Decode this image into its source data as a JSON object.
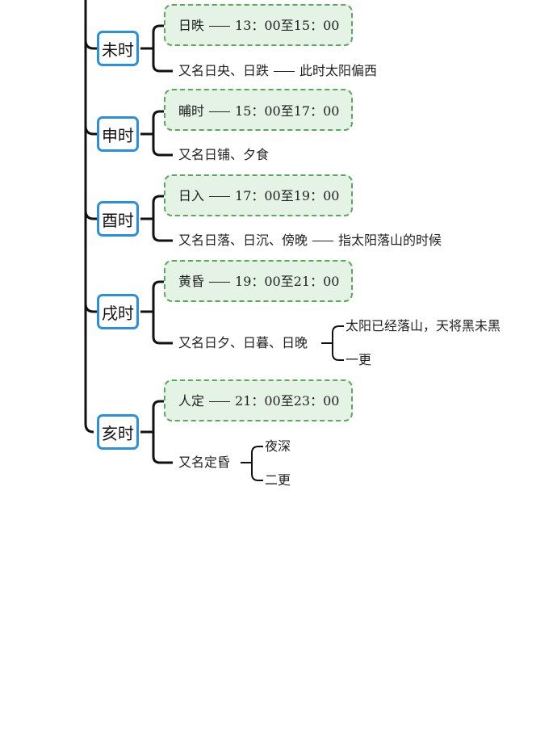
{
  "sections": [
    {
      "name": "未时",
      "alias_name": "日昳",
      "time": "13：00至15：00",
      "other": "又名日央、日跌",
      "note": "此时太阳偏西",
      "subs": []
    },
    {
      "name": "申时",
      "alias_name": "晡时",
      "time": "15：00至17：00",
      "other": "又名日铺、夕食",
      "note": "",
      "subs": []
    },
    {
      "name": "酉时",
      "alias_name": "日入",
      "time": "17：00至19：00",
      "other": "又名日落、日沉、傍晚",
      "note": "指太阳落山的时候",
      "subs": []
    },
    {
      "name": "戌时",
      "alias_name": "黄昏",
      "time": "19：00至21：00",
      "other": "又名日夕、日暮、日晚",
      "note": "",
      "subs": [
        "太阳已经落山，天将黑未黑",
        "一更"
      ]
    },
    {
      "name": "亥时",
      "alias_name": "人定",
      "time": "21：00至23：00",
      "other": "又名定昏",
      "note": "",
      "subs": [
        "夜深",
        "二更"
      ]
    }
  ],
  "colors": {
    "node_border": "#2b8fe0",
    "box_border": "#5aa85a",
    "box_fill": "#e4f3e6"
  }
}
